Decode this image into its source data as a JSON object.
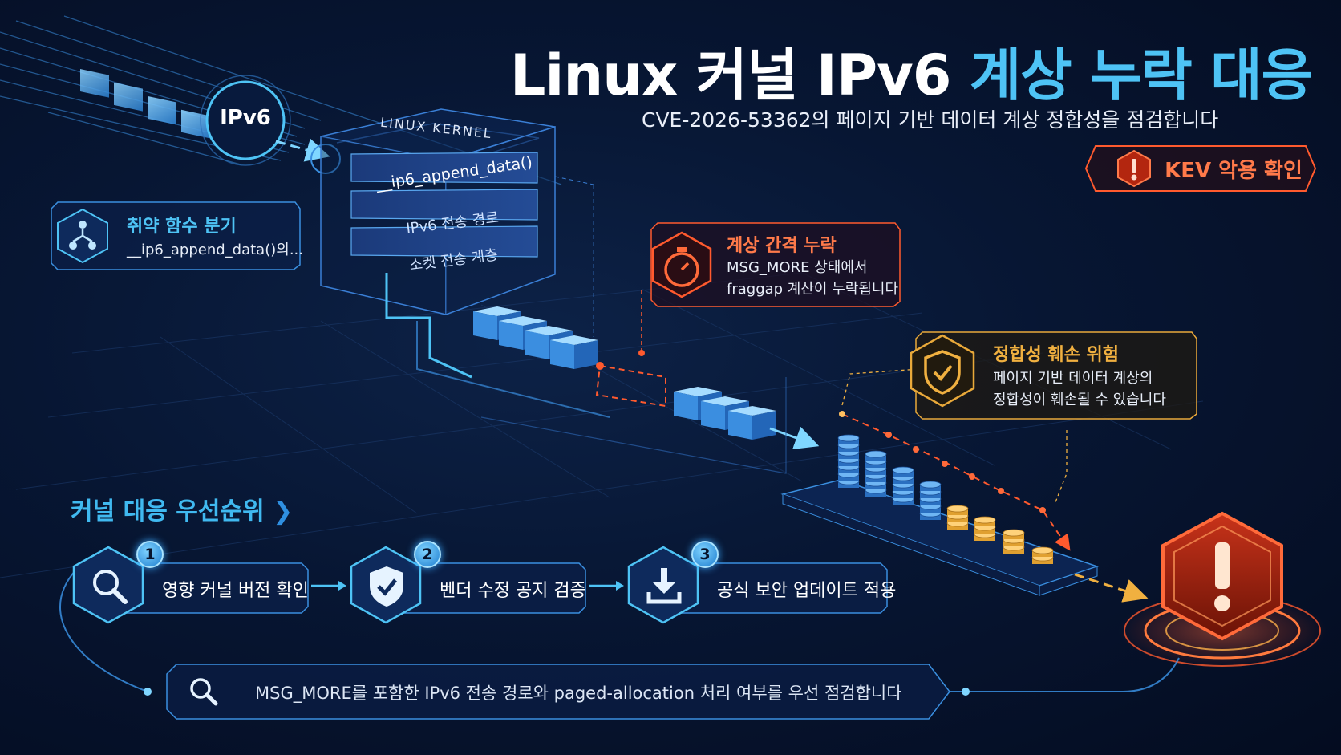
{
  "title": {
    "part1": "Linux 커널 IPv6",
    "part2": "계상 누락 대응"
  },
  "subtitle": "CVE-2026-53362의 페이지 기반 데이터 계상 정합성을 점검합니다",
  "kev_badge": {
    "label": "KEV 악용 확인",
    "icon": "alert-icon"
  },
  "ipv6_node": {
    "label": "IPv6"
  },
  "kernel": {
    "label": "LINUX KERNEL",
    "layers": [
      "__ip6_append_data()",
      "IPv6 전송 경로",
      "소켓 전송 계층"
    ]
  },
  "vuln_branch": {
    "title": "취약 함수 분기",
    "body": "__ip6_append_data()의...",
    "icon": "branch-icon"
  },
  "callout_gap": {
    "title": "계상 간격 누락",
    "lines": [
      "MSG_MORE 상태에서",
      "fraggap 계산이 누락됩니다"
    ],
    "icon": "stopwatch-icon"
  },
  "callout_integrity": {
    "title": "정합성 훼손 위험",
    "lines": [
      "페이지 기반 데이터 계상의",
      "정합성이 훼손될 수 있습니다"
    ],
    "icon": "shield-check-icon"
  },
  "priority": {
    "title": "커널 대응 우선순위",
    "steps": [
      {
        "num": "1",
        "label": "영향 커널 버전 확인",
        "icon": "search-icon"
      },
      {
        "num": "2",
        "label": "벤더 수정 공지 검증",
        "icon": "shield-check-icon"
      },
      {
        "num": "3",
        "label": "공식 보안 업데이트 적용",
        "icon": "download-icon"
      }
    ]
  },
  "note": {
    "text": "MSG_MORE를 포함한 IPv6 전송 경로와 paged-allocation 처리 여부를 우선 점검합니다",
    "icon": "search-icon"
  },
  "colors": {
    "accent": "#4ec3f5",
    "warning": "#ff5a2e",
    "gold": "#e9a93a",
    "background": "#061430"
  }
}
